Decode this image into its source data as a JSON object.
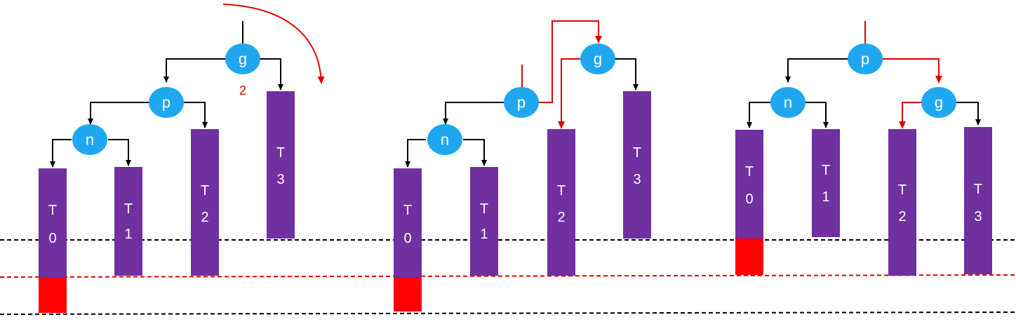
{
  "colors": {
    "node_fill": "#1fa8f0",
    "box_fill": "#7030a0",
    "overflow_fill": "#ff0000",
    "edge_black": "#000000",
    "edge_red": "#e00000",
    "ref_line_black": "#000000",
    "ref_line_red": "#e00000"
  },
  "panels": [
    {
      "nodes": {
        "g": "g",
        "p": "p",
        "n": "n"
      },
      "boxes": [
        [
          "T",
          "0"
        ],
        [
          "T",
          "1"
        ],
        [
          "T",
          "2"
        ],
        [
          "T",
          "3"
        ]
      ],
      "annotation": "2"
    },
    {
      "nodes": {
        "g": "g",
        "p": "p",
        "n": "n"
      },
      "boxes": [
        [
          "T",
          "0"
        ],
        [
          "T",
          "1"
        ],
        [
          "T",
          "2"
        ],
        [
          "T",
          "3"
        ]
      ]
    },
    {
      "nodes": {
        "p": "p",
        "n": "n",
        "g": "g"
      },
      "boxes": [
        [
          "T",
          "0"
        ],
        [
          "T",
          "1"
        ],
        [
          "T",
          "2"
        ],
        [
          "T",
          "3"
        ]
      ]
    }
  ]
}
